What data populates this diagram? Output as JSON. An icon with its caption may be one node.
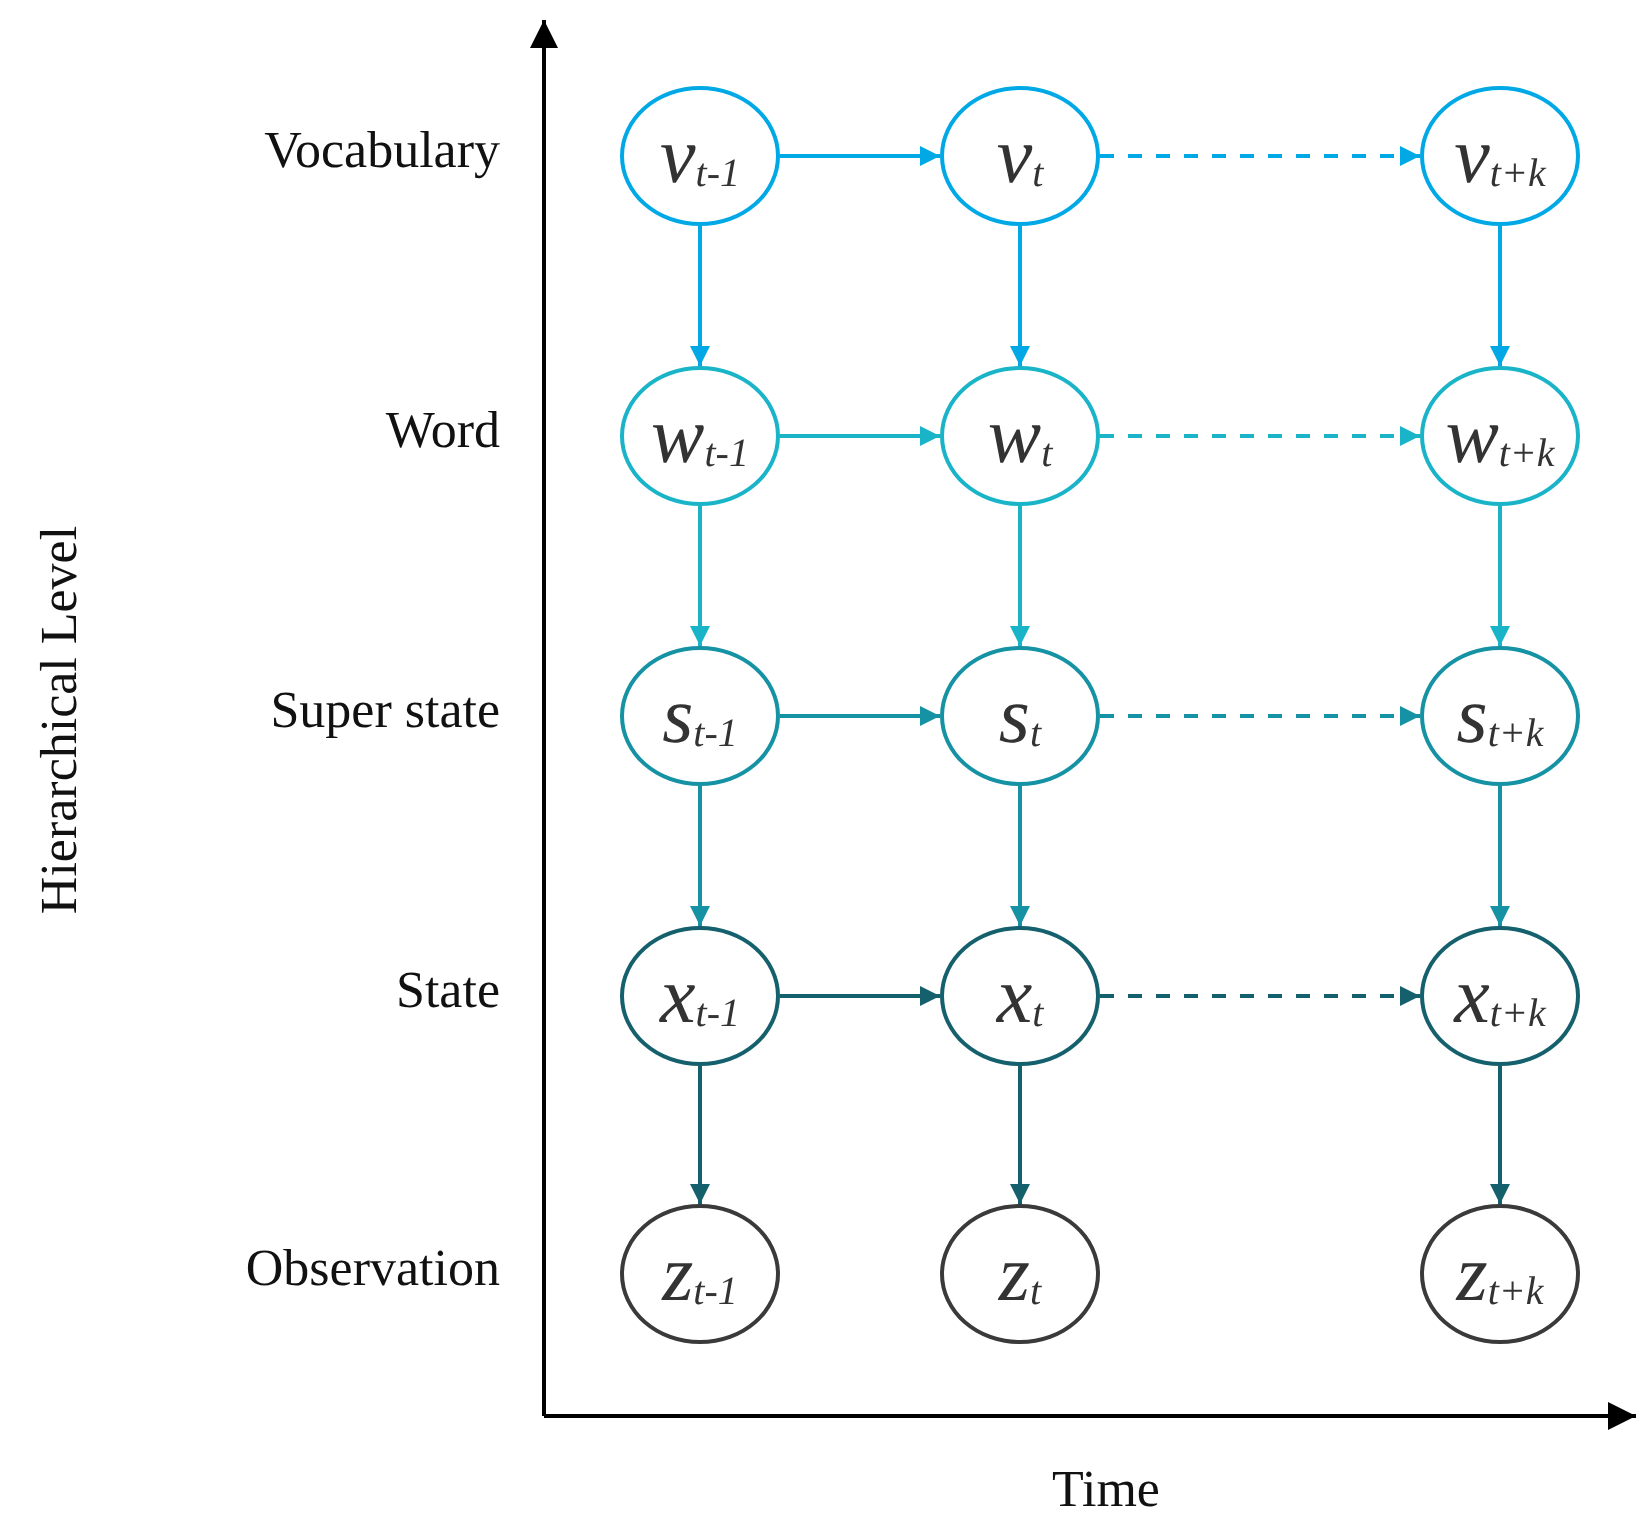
{
  "diagram": {
    "nodes": [
      {
        "text": [
          "v$_{t-1}$"
        ]
      },
      {
        "text": [
          "v$_{t}$"
        ]
      },
      {
        "text": [
          "v$_{t+k}$"
        ]
      },
      {
        "text": [
          "w$_{t-1}$"
        ]
      },
      {
        "text": [
          "w$_{t}$"
        ]
      },
      {
        "text": [
          "w$_{t+k}$"
        ]
      },
      {
        "text": [
          "s$_{t-1}$"
        ]
      },
      {
        "text": [
          "s$_{t}$"
        ]
      },
      {
        "text": [
          "s$_{t+k}$"
        ]
      },
      {
        "text": [
          "x$_{t-1}$"
        ]
      },
      {
        "text": [
          "x$_{t}$"
        ]
      },
      {
        "text": [
          "x$_{t+k}$"
        ]
      },
      {
        "text": [
          "z$_{t-1}$"
        ]
      },
      {
        "text": [
          "z$_{t}$"
        ]
      },
      {
        "text": [
          "z$_{t+k}$"
        ]
      }
    ],
    "edges": [
      {
        "from": 0,
        "to": 1,
        "arrow": "to",
        "color": "#00a9e6"
      },
      {
        "from": 1,
        "to": 2,
        "arrow": "to",
        "style": "dashed",
        "color": "#00a9e6"
      },
      {
        "from": 0,
        "to": 3,
        "arrow": "to",
        "color": "#00a9e6"
      },
      {
        "from": 1,
        "to": 4,
        "arrow": "to",
        "color": "#00a9e6"
      },
      {
        "from": 2,
        "to": 5,
        "arrow": "to",
        "color": "#00a9e6"
      },
      {
        "from": 3,
        "to": 4,
        "arrow": "to",
        "color": "#1ab4c9"
      },
      {
        "from": 4,
        "to": 5,
        "arrow": "to",
        "style": "dashed",
        "color": "#1ab4c9"
      },
      {
        "from": 3,
        "to": 6,
        "arrow": "to",
        "color": "#1ab4c9"
      },
      {
        "from": 4,
        "to": 7,
        "arrow": "to",
        "color": "#1ab4c9"
      },
      {
        "from": 5,
        "to": 8,
        "arrow": "to",
        "color": "#1ab4c9"
      },
      {
        "from": 6,
        "to": 7,
        "arrow": "to",
        "color": "#1592a3"
      },
      {
        "from": 7,
        "to": 8,
        "arrow": "to",
        "style": "dashed",
        "color": "#1592a3"
      },
      {
        "from": 6,
        "to": 9,
        "arrow": "to",
        "color": "#1592a3"
      },
      {
        "from": 7,
        "to": 10,
        "arrow": "to",
        "color": "#1592a3"
      },
      {
        "from": 8,
        "to": 11,
        "arrow": "to",
        "color": "#1592a3"
      },
      {
        "from": 9,
        "to": 10,
        "arrow": "to",
        "color": "#14606c"
      },
      {
        "from": 10,
        "to": 11,
        "arrow": "to",
        "style": "dashed",
        "color": "#14606c"
      },
      {
        "from": 9,
        "to": 12,
        "arrow": "to",
        "color": "#14606c"
      },
      {
        "from": 10,
        "to": 13,
        "arrow": "to",
        "color": "#14606c"
      },
      {
        "from": 11,
        "to": 14,
        "arrow": "to",
        "color": "#14606c"
      }
    ],
    "labels": [
      "Vocabulary",
      "Word",
      "Super state",
      "State",
      "Observation",
      "Hierarchical Level",
      "Time"
    ]
  }
}
